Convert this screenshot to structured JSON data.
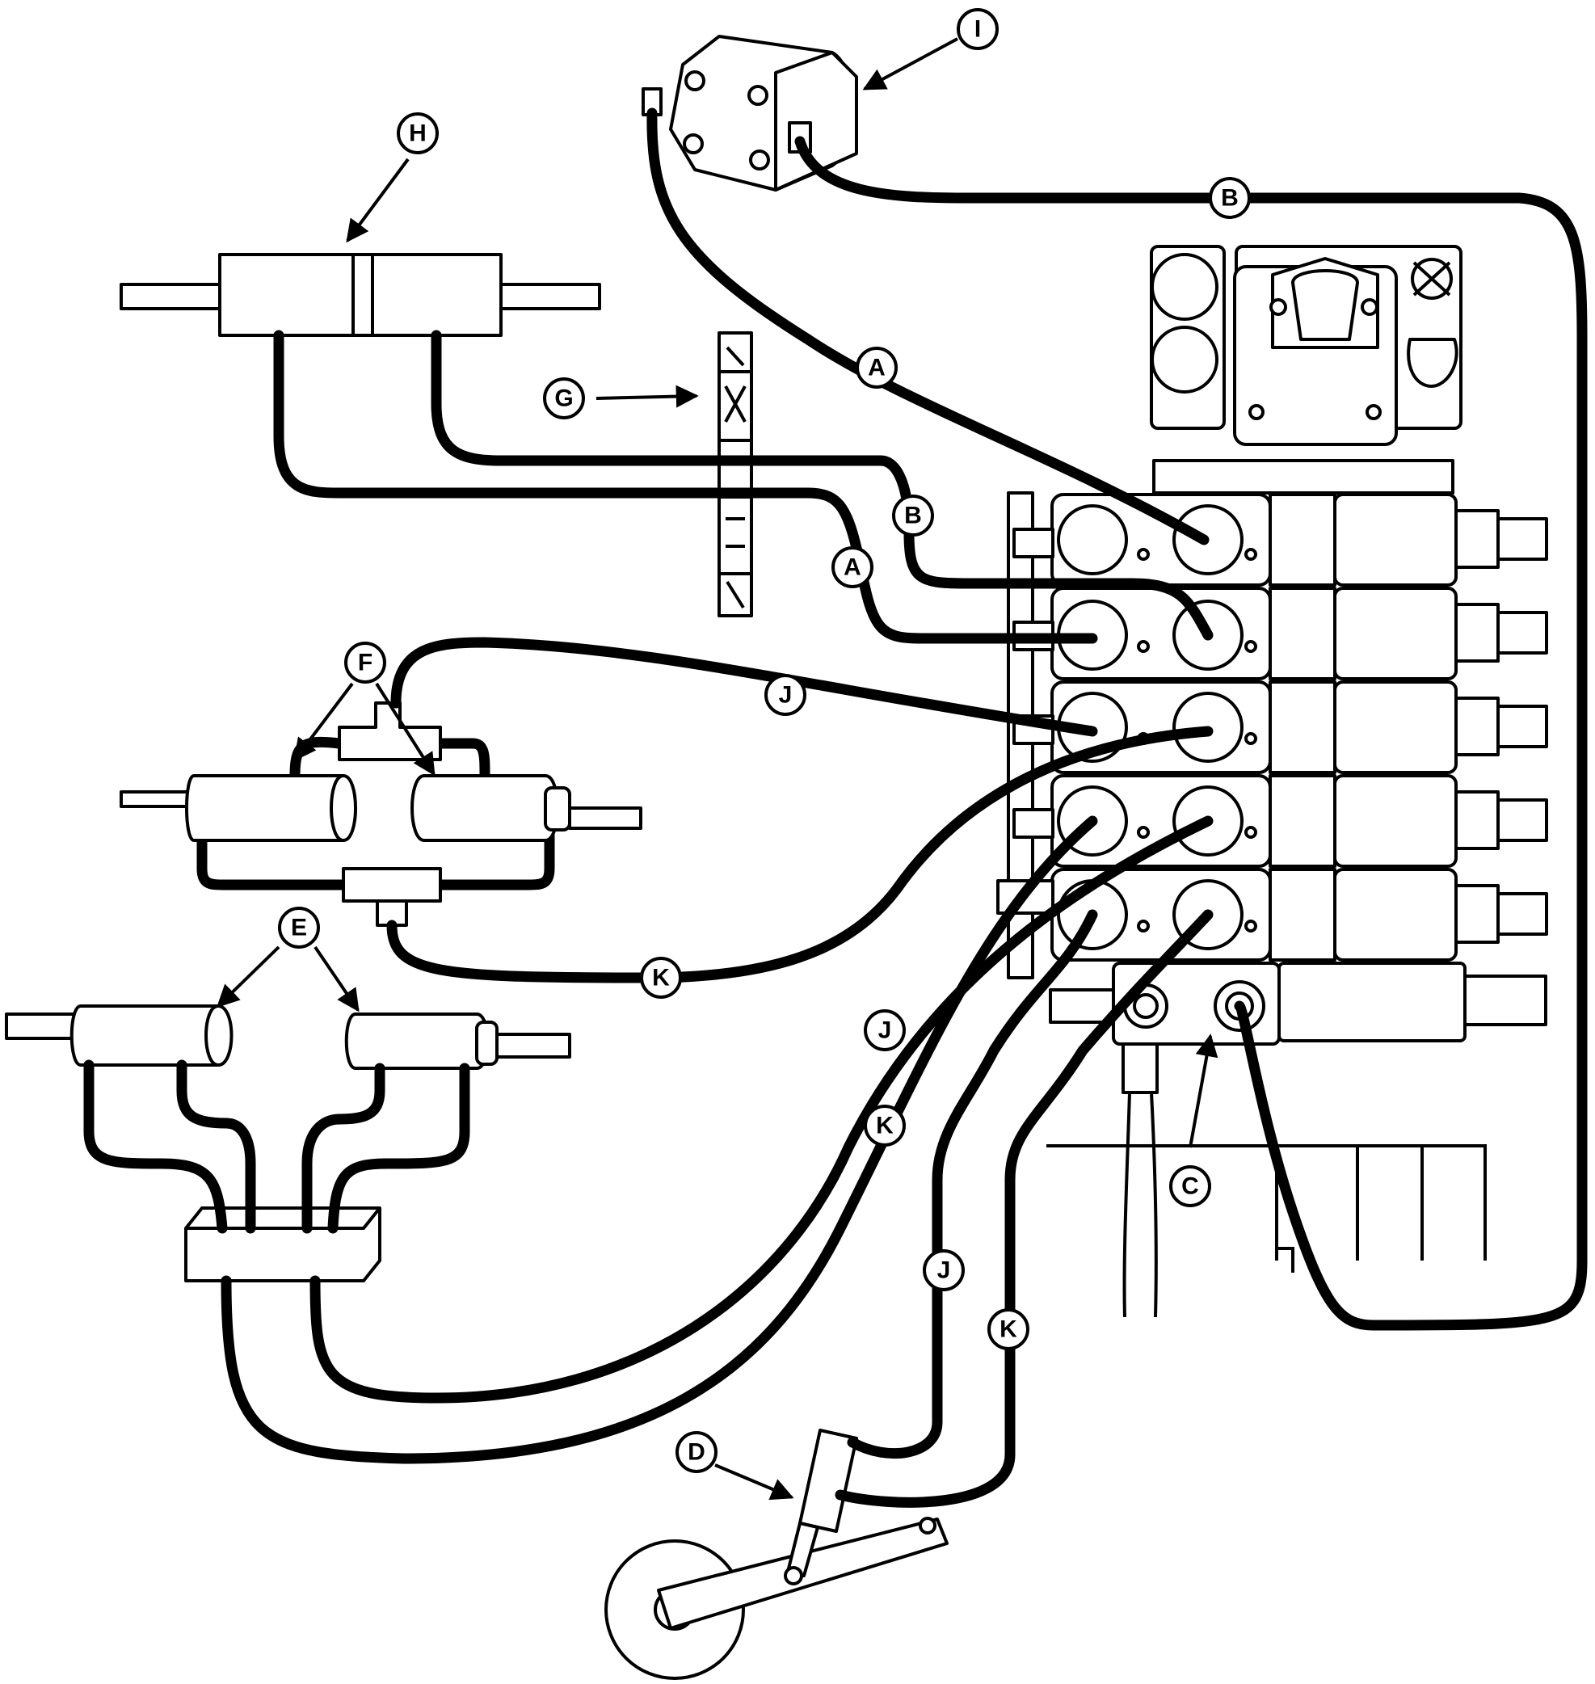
{
  "callouts": {
    "A1": "A",
    "A2": "A",
    "B1": "B",
    "B2": "B",
    "C": "C",
    "D": "D",
    "E": "E",
    "F": "F",
    "G": "G",
    "H": "H",
    "I": "I",
    "J1": "J",
    "J2": "J",
    "J3": "J",
    "K1": "K",
    "K2": "K",
    "K3": "K"
  }
}
